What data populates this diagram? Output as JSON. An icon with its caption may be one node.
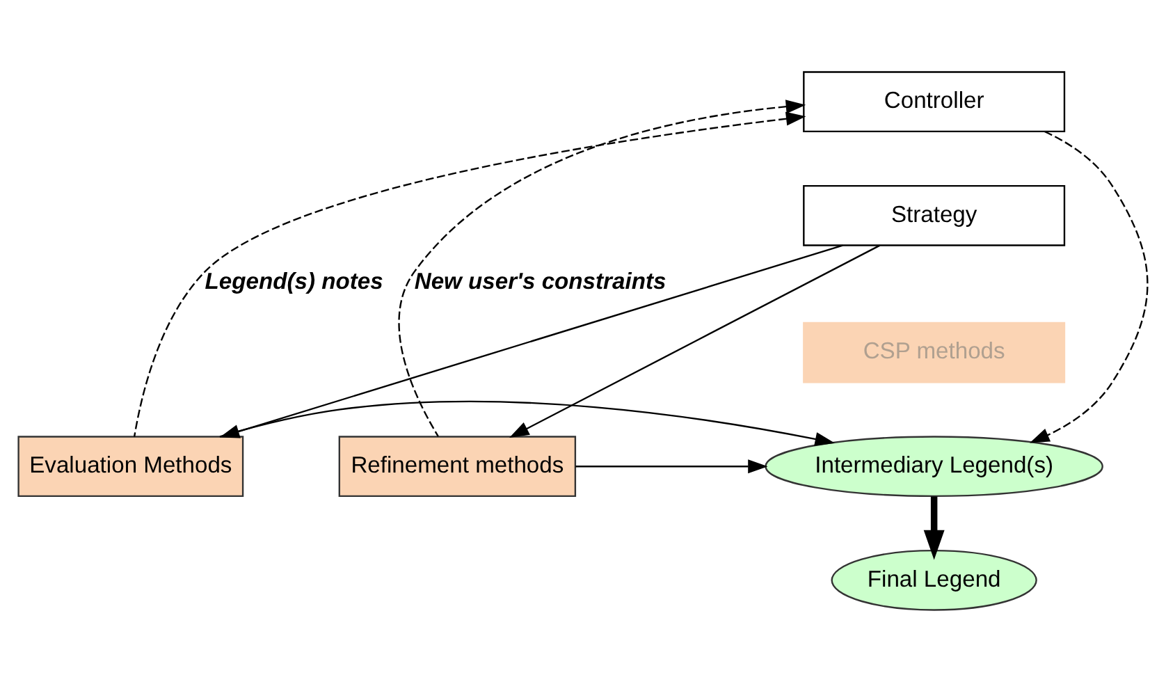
{
  "diagram": {
    "nodes": [
      {
        "text": [
          "Controller"
        ]
      },
      {
        "text": [
          "Strategy"
        ]
      },
      {
        "text": [
          "CSP methods"
        ]
      },
      {
        "text": [
          "Refinement methods"
        ]
      },
      {
        "text": [
          "Intermediary Legend(s)"
        ]
      },
      {
        "text": [
          "Evaluation Methods"
        ]
      },
      {
        "text": [
          "Final Legend"
        ]
      }
    ],
    "edges": [
      {
        "from": 3,
        "to": 0,
        "arrow": "to",
        "style": "dashed",
        "label": "New user's constraints"
      },
      {
        "from": 5,
        "to": 0,
        "arrow": "to",
        "style": "dashed",
        "label": "Legend(s) notes"
      },
      {
        "from": 0,
        "to": 4,
        "arrow": "to",
        "style": "dashed"
      },
      {
        "from": 1,
        "to": 3,
        "arrow": "to"
      },
      {
        "from": 1,
        "to": 5,
        "arrow": "to"
      },
      {
        "from": 3,
        "to": 4,
        "arrow": "to"
      },
      {
        "from": 5,
        "to": 4,
        "arrow": "to"
      },
      {
        "from": 4,
        "to": 6,
        "arrow": "to",
        "style": "thick"
      }
    ]
  }
}
